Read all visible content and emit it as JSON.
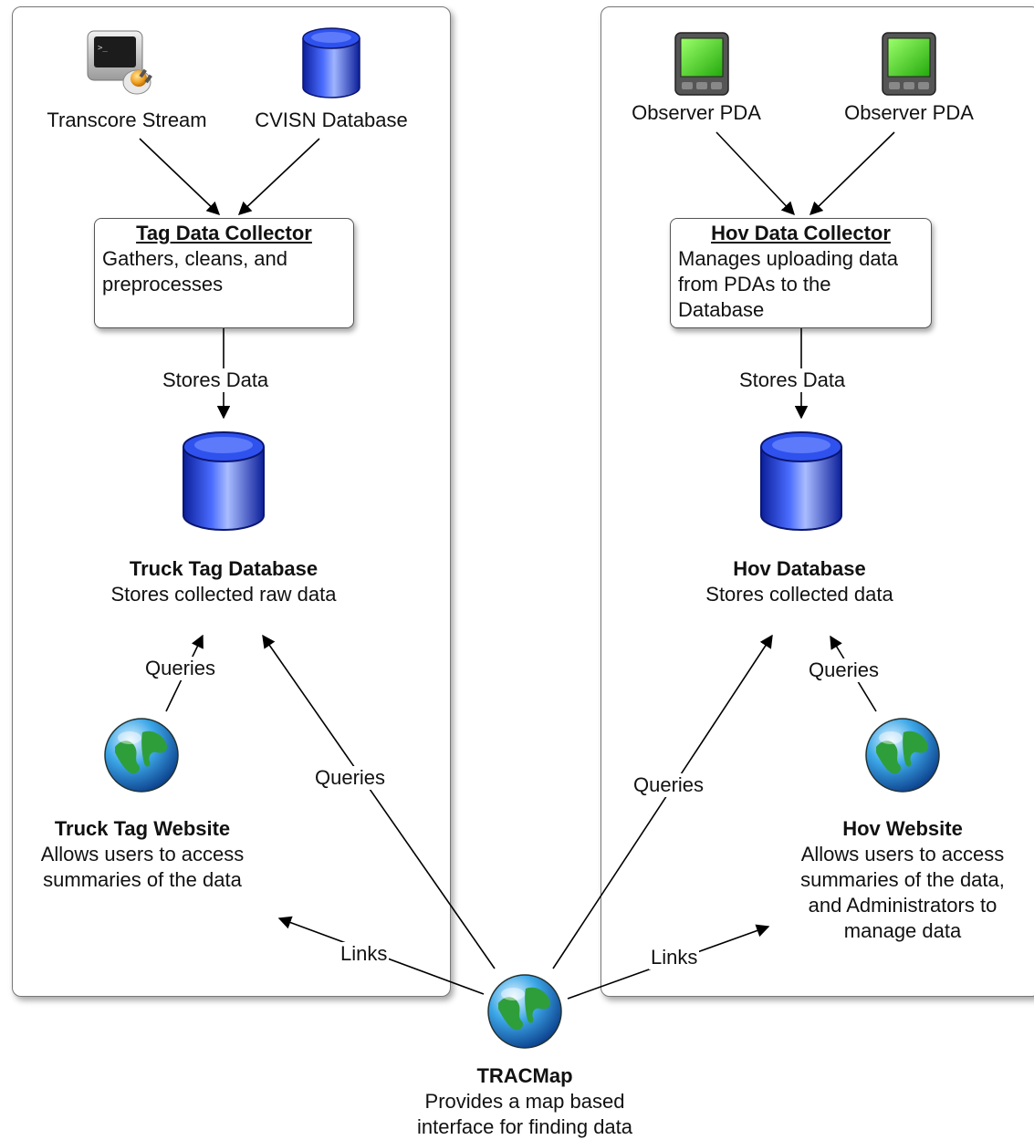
{
  "left": {
    "sources": [
      {
        "label": "Transcore Stream",
        "icon": "terminal-icon"
      },
      {
        "label": "CVISN Database",
        "icon": "database-icon"
      }
    ],
    "collector": {
      "title": "Tag Data Collector",
      "desc": [
        "Gathers, cleans, and",
        "preprocesses"
      ]
    },
    "store_edge": "Stores Data",
    "database": {
      "title": "Truck Tag Database",
      "desc": [
        "Stores collected raw data"
      ]
    },
    "website": {
      "title": "Truck Tag Website",
      "desc": [
        "Allows users to access",
        "summaries of the data"
      ]
    },
    "website_edge": "Queries"
  },
  "right": {
    "sources": [
      {
        "label": "Observer PDA",
        "icon": "pda-icon"
      },
      {
        "label": "Observer PDA",
        "icon": "pda-icon"
      }
    ],
    "collector": {
      "title": "Hov Data Collector",
      "desc": [
        "Manages uploading data",
        "from PDAs to the",
        "Database"
      ]
    },
    "store_edge": "Stores Data",
    "database": {
      "title": "Hov Database",
      "desc": [
        "Stores collected data"
      ]
    },
    "website": {
      "title": "Hov Website",
      "desc": [
        "Allows users to access",
        "summaries of the data,",
        "and Administrators to",
        "manage data"
      ]
    },
    "website_edge": "Queries"
  },
  "tracmap": {
    "title": "TRACMap",
    "desc": [
      "Provides a map based",
      "interface for finding data"
    ],
    "edges": {
      "queries_left": "Queries",
      "queries_right": "Queries",
      "links_left": "Links",
      "links_right": "Links"
    }
  },
  "colors": {
    "database_blue": "#1e3fe0",
    "globe_green": "#2e9e3a",
    "pda_screen": "#3bd01c"
  }
}
